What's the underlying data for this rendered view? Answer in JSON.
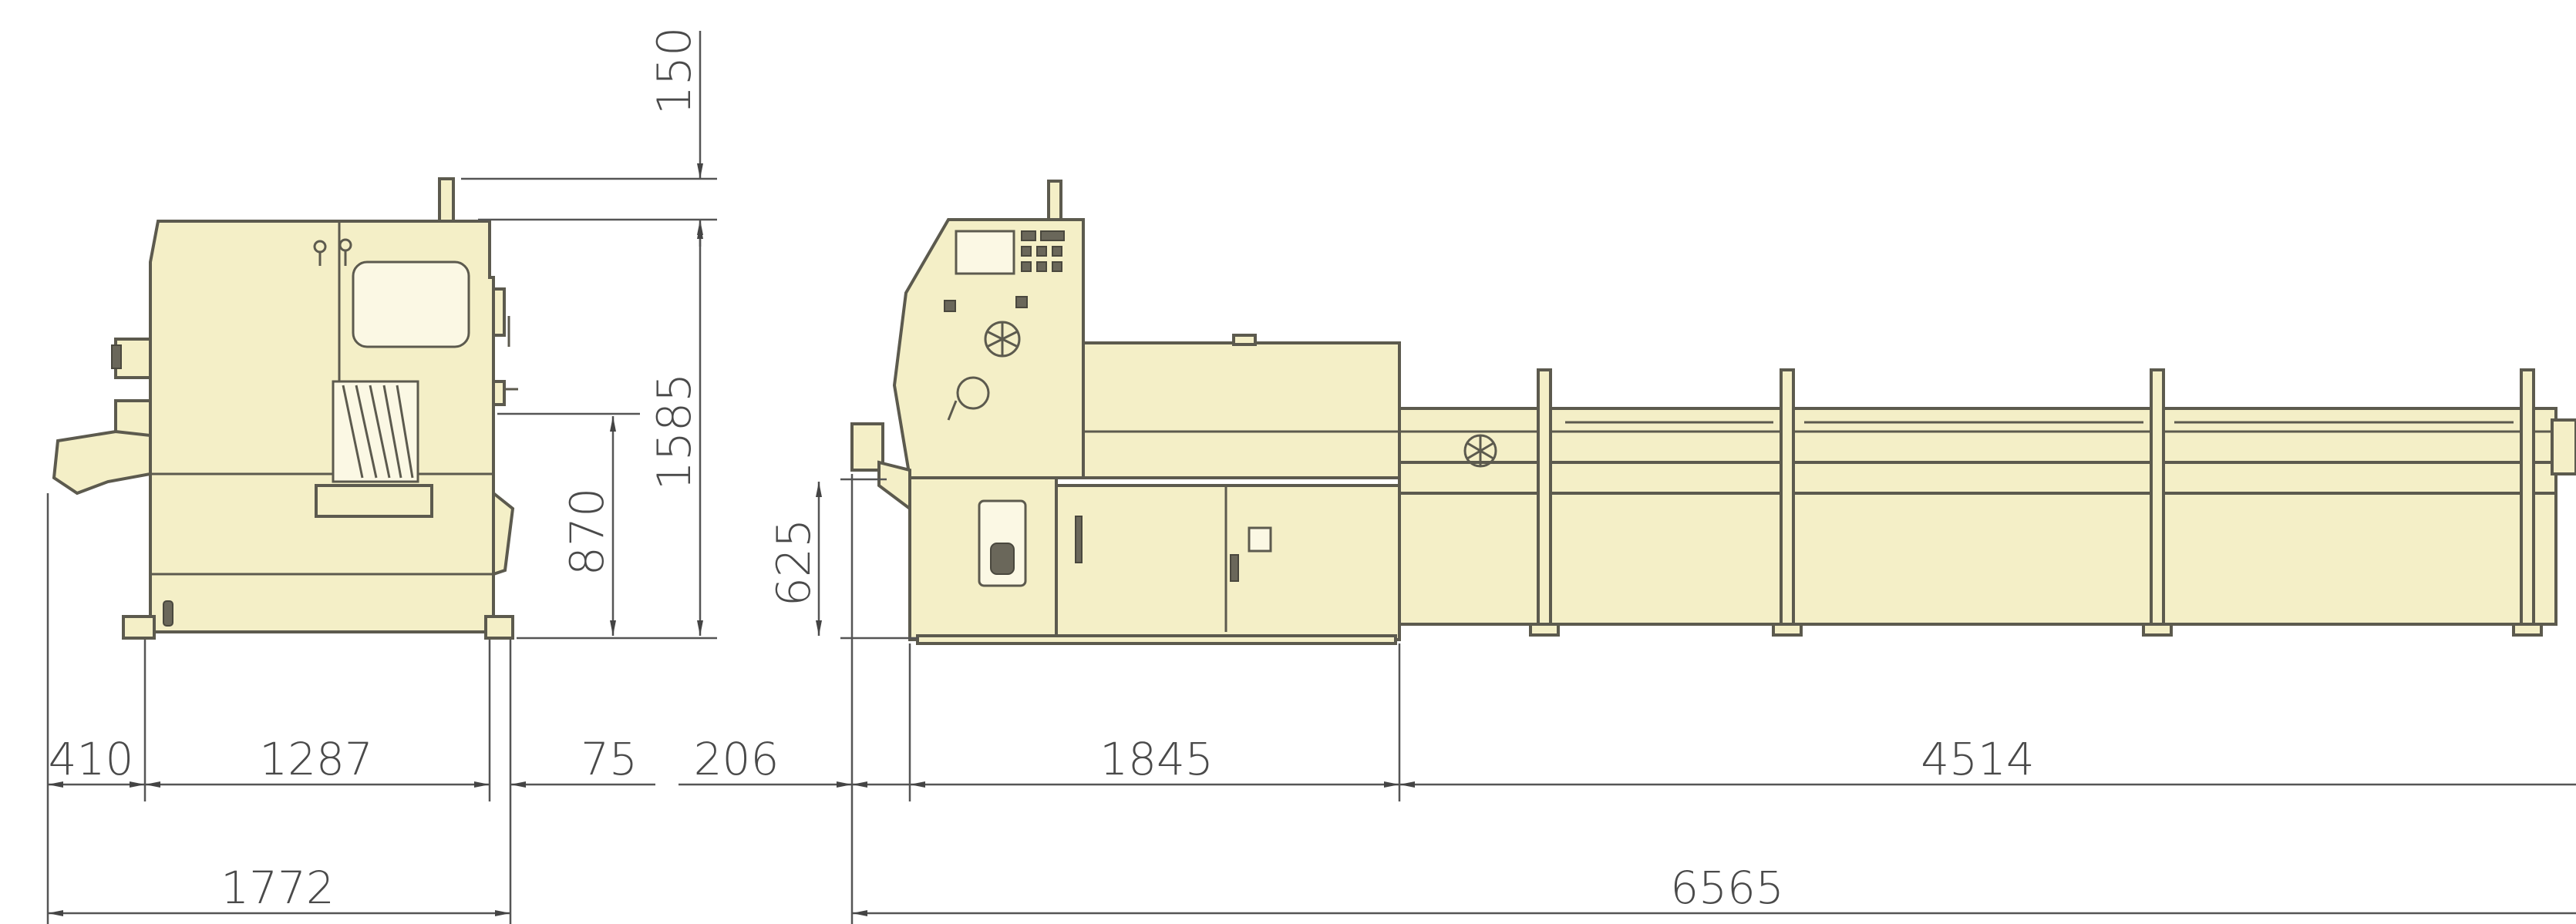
{
  "dimensions": {
    "top_clearance": "150",
    "overall_height": "1585",
    "vise_height": "870",
    "feed_table_height": "625",
    "front_overhang": "410",
    "base_width": "1287",
    "rear_offset": "75",
    "feed_offset": "206",
    "machine_length": "1845",
    "conveyor_length": "4514",
    "overall_depth": "1772",
    "overall_length": "6565"
  },
  "colors": {
    "machine_body": "#f4efc7",
    "outline": "#5c5a4e",
    "dimension_line": "#555555",
    "dimension_text": "#4a4a4a"
  }
}
